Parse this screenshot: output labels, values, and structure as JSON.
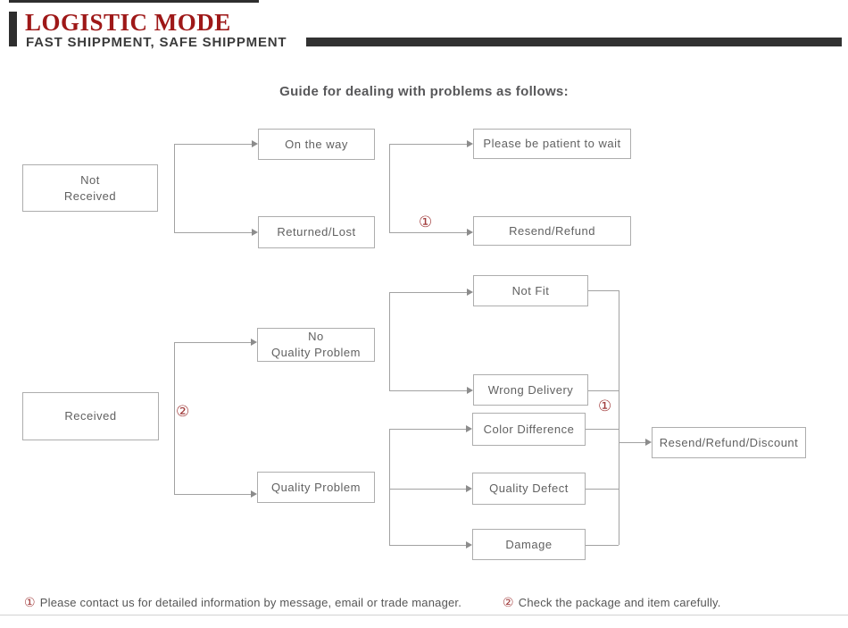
{
  "header": {
    "title": "LOGISTIC MODE",
    "subtitle": "FAST SHIPPMENT, SAFE SHIPPMENT",
    "title_color": "#9e1818",
    "bar_color": "#2e2e2e"
  },
  "diagram": {
    "title": "Guide for dealing with problems as follows:",
    "mark_color": "#a13c3c",
    "marks": {
      "one": "①",
      "two": "②"
    },
    "nodes": {
      "not_received": "Not\nReceived",
      "on_the_way": "On the way",
      "returned_lost": "Returned/Lost",
      "be_patient": "Please be patient to wait",
      "resend_refund": "Resend/Refund",
      "received": "Received",
      "no_quality_problem": "No\nQuality Problem",
      "quality_problem": "Quality Problem",
      "not_fit": "Not Fit",
      "wrong_delivery": "Wrong Delivery",
      "color_difference": "Color Difference",
      "quality_defect": "Quality Defect",
      "damage": "Damage",
      "resend_refund_discount": "Resend/Refund/Discount"
    }
  },
  "footer": {
    "note1_mark": "①",
    "note1": "Please contact us for detailed information by message, email or trade manager.",
    "note2_mark": "②",
    "note2": "Check the package and item carefully."
  }
}
